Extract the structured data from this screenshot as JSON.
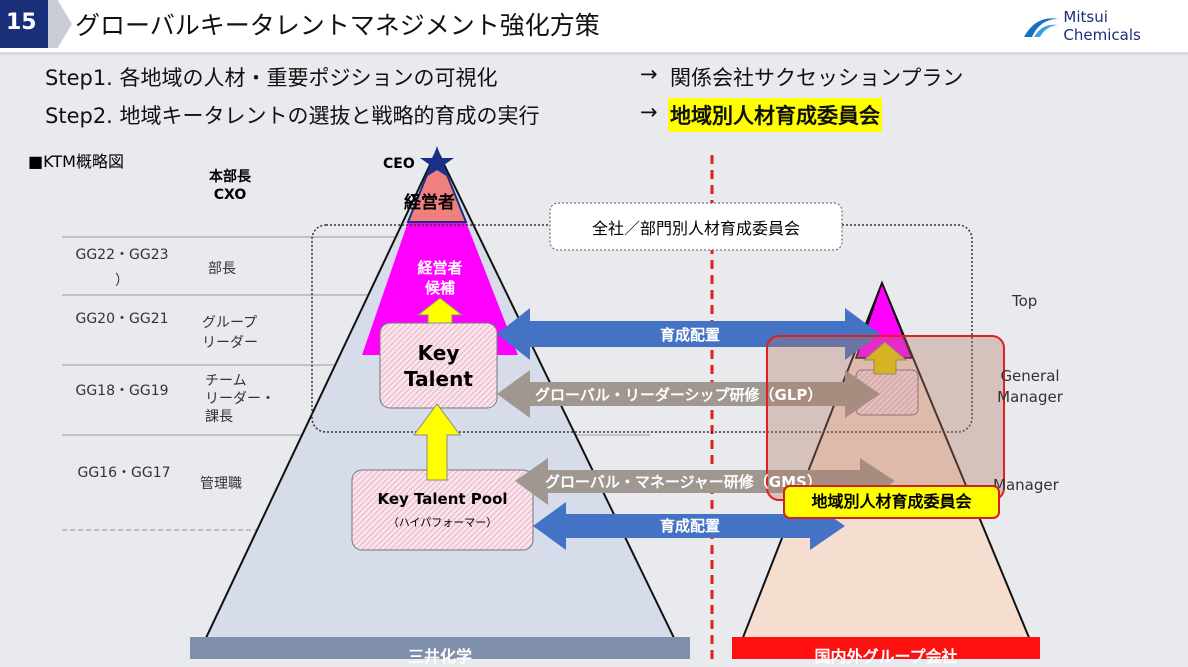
{
  "header": {
    "slide_number": "15",
    "title": "グローバルキータレントマネジメント強化方策",
    "logo_text": "Mitsui Chemicals"
  },
  "steps": [
    {
      "label": "Step1. 各地域の人材・重要ポジションの可視化",
      "arrow": "→",
      "result": "関係会社サクセッションプラン"
    },
    {
      "label": "Step2. 地域キータレントの選抜と戦略的育成の実行",
      "arrow": "→",
      "result": "地域別人材育成委員会"
    }
  ],
  "diagram": {
    "heading": "■KTM概略図",
    "top_role": "本部長\nCXO",
    "ceo": "CEO",
    "executive": "経営者",
    "executive_candidate": "経営者\n候補",
    "committee_label": "全社／部門別人材育成委員会",
    "grades": [
      {
        "grade": "GG22・GG23\n）",
        "role": "部長"
      },
      {
        "grade": "GG20・GG21",
        "role": "グループ\nリーダー"
      },
      {
        "grade": "GG18・GG19",
        "role": "チーム\nリーダー・\n課長"
      },
      {
        "grade": "GG16・GG17",
        "role": "管理職"
      }
    ],
    "key_talent": "Key\nTalent",
    "key_talent_pool": "Key Talent Pool",
    "key_talent_pool_sub": "（ハイパフォーマー）",
    "arrows": [
      "育成配置",
      "グローバル・リーダーシップ研修（GLP）",
      "グローバル・マネージャー研修（GMS）",
      "育成配置"
    ],
    "levels": [
      "Top",
      "General\nManager",
      "Manager"
    ],
    "regional_committee": "地域別人材育成委員会",
    "left_base": "三井化学",
    "right_base": "国内外グループ会社"
  }
}
